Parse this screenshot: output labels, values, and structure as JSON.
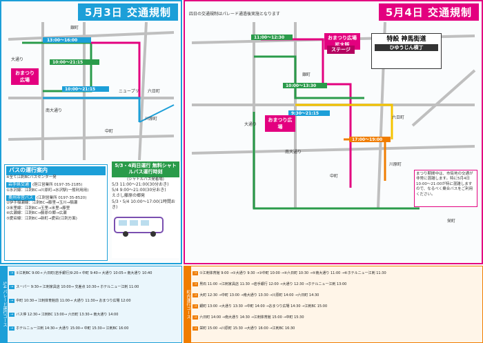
{
  "left_panel": {
    "title": "5月3日 交通規制",
    "event_label": "おまつり広場",
    "streets": [
      "銀町",
      "大通り",
      "六日町",
      "南大通り",
      "中町",
      "川原町",
      "ニュープリ"
    ],
    "times": [
      "13:00〜16:00",
      "10:00〜21:15",
      "10:00〜21:15"
    ]
  },
  "right_panel": {
    "title": "5月4日 交通規制",
    "header_note": "四日の交通規制はパレード通過後実施となります",
    "event1_label": "おまつり広場 拡大版",
    "stage_label": "ステージ",
    "sign_title": "特設 神馬街道",
    "sign_sub": "ひゆうじん横丁",
    "event2_label": "おまつり広場",
    "streets": [
      "銀町",
      "大通り",
      "六日町",
      "南大通り",
      "中町",
      "川原町",
      "中町",
      "栄町"
    ],
    "times": [
      "11:00〜12:30",
      "10:00〜13:30",
      "9:30〜21:15",
      "17:00〜19:00"
    ],
    "notice": "まつり期間中は、市街地の交通が非常に混雑します。特に5月4日10:00〜21:00が特に混雑しますので、なるべく乗合バスをご利用ください。"
  },
  "bus_info": {
    "header": "バスの運行案内",
    "header_sub": "※全て江刺BCバスセンター発",
    "company1": "岩手県交通",
    "company1_tel": "(胆江営業所 0197-35-2185)",
    "company1_rows": [
      "①水沢線：江刺BC→川原町→水沢駅(一般利用用)"
    ],
    "company2": "奥州市営バス",
    "company2_tel": "(江刺営業所 0197-35-8520)",
    "company2_rows": [
      "②伊手稲瀬線：江刺BC→藤里→玉川→稲瀬",
      "③米里線：江刺BC→玉里→米里→藤里",
      "④広瀬線：江刺BC→藤原の郷→広瀬",
      "⑤愛宕線：江刺BC→新町→愛宕(江刺方面)"
    ]
  },
  "shuttle": {
    "header": "5/3・4両日運行 無料シャトルバス運行時刻",
    "sub": "(シャトルバス発着場)",
    "rows": [
      "5/3 11:00〜21:00(30分おき)",
      "5/4 9:00〜21:00(30分おき)",
      "えさし藤原の郷発",
      "5/3・5/4 10:00〜17:00(1時間おき)"
    ]
  },
  "schedule_left": {
    "vtitle": "5/4 パレード運行コース",
    "rows": [
      "①江刺BC 9:00→ 六日町(岩手銀行)9:20→ 中町 9:40→ 大通り 10:05→ 南大通り 10:40",
      "スーパー 9:30→ 江刺家具店 10:00→ 交差点 10:30→ ホテルニュー江刺 11:00",
      "中町 10:30→ 江刺体育館前 11:00→ 大通り 11:30→ おまつり広場 12:00",
      "バス停 12:30→ 江刺BC 13:00→ 六日町 13:30→ 南大通り 14:00",
      "ホテルニュー江刺 14:30→ 大通り 15:00→ 中町 15:30→ 江刺BC 16:00"
    ]
  },
  "schedule_right": {
    "vtitle": "町内運行コース",
    "rows": [
      "①江刺体育館 9:00 →②大通り 9:30 →③中町 10:00 →④六日町 10:30 →⑤南大通り 11:00 →⑥ホテルニュー江刺 11:30",
      "男石 11:00 →江刺家具店 11:30 →岩手銀行 12:00 →大通り 12:30 →ホテルニュー江刺 13:00",
      "大町 12:30 →中町 13:00 →南大通り 13:30 →川原町 14:00 →六日町 14:30",
      "銀町 13:00 →大通り 13:30 →中町 14:00 →おまつり広場 14:30 →江刺BC 15:00",
      "六日町 14:00 →南大通り 14:30 →江刺体育館 15:00 →中町 15:30",
      "栄町 15:00 →川原町 15:30 →大通り 16:00 →江刺BC 16:30"
    ]
  },
  "colors": {
    "blue": "#1c9fd8",
    "magenta": "#e3007f",
    "green": "#2a9b4a",
    "orange": "#f07d00",
    "yellow": "#f5c400"
  }
}
